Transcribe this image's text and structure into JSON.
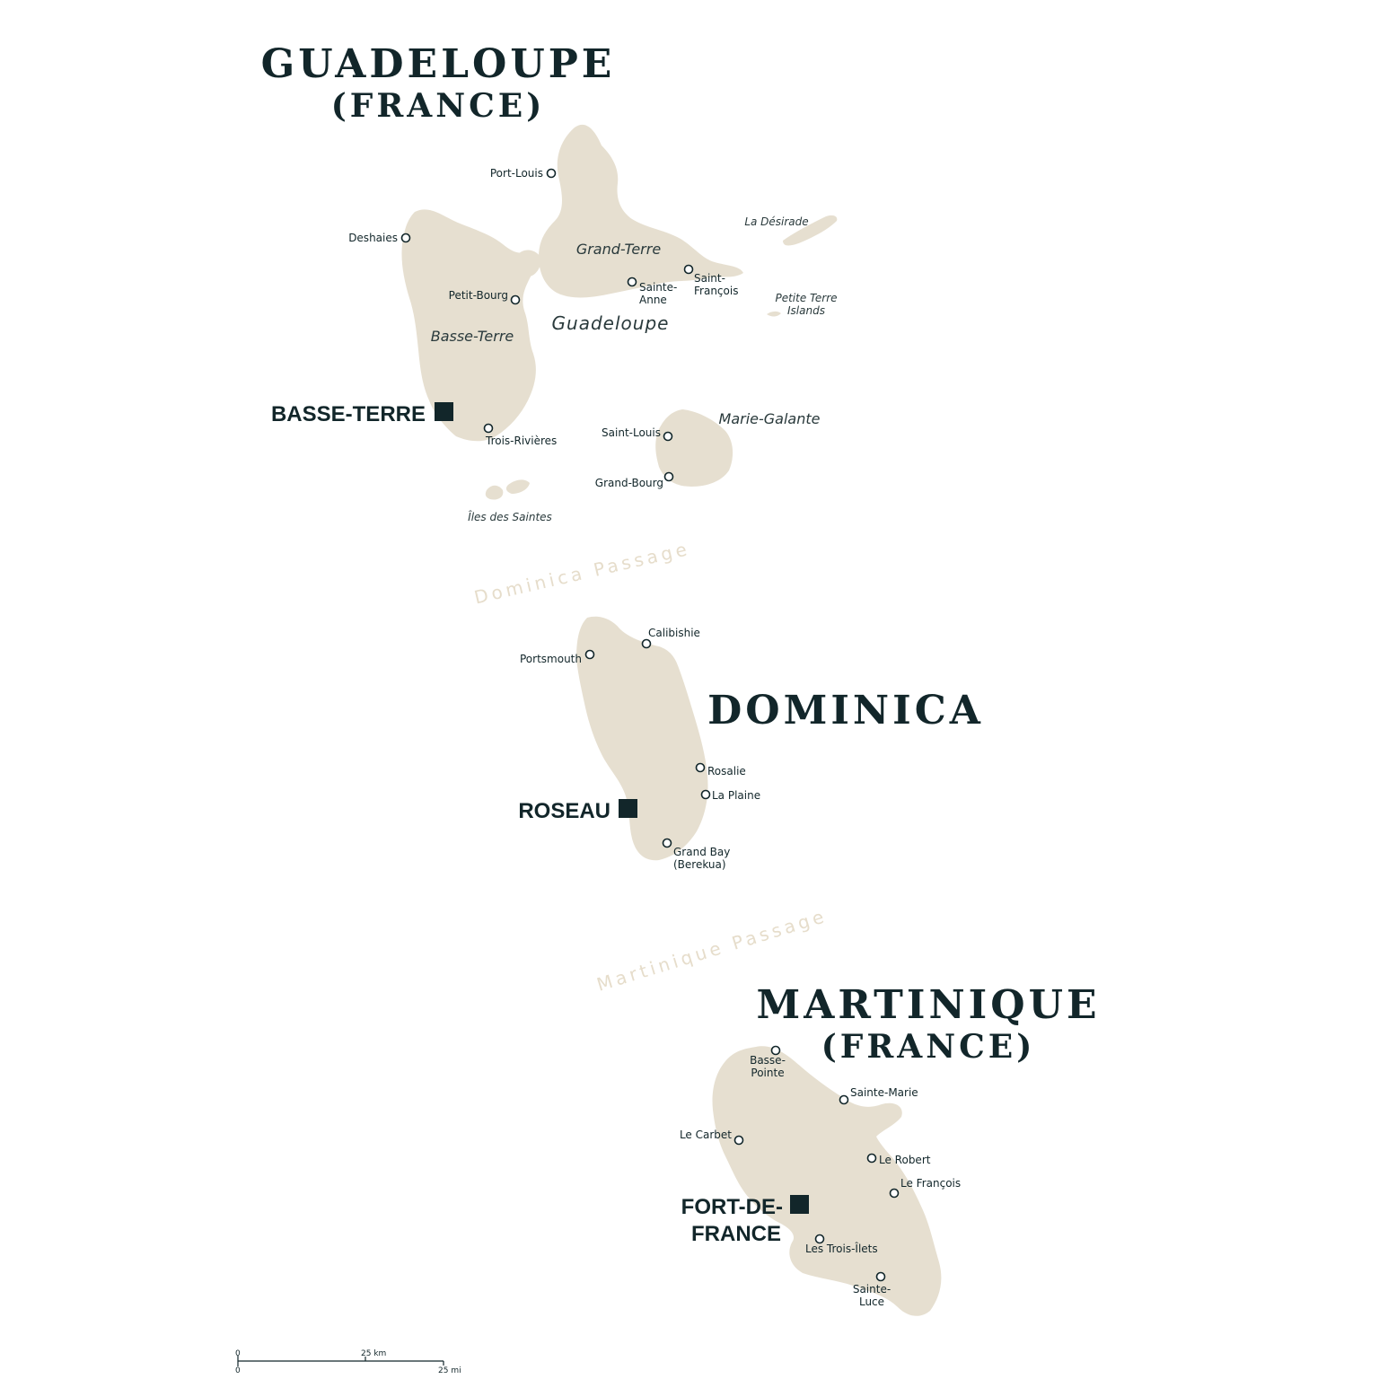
{
  "countries": {
    "guadeloupe": {
      "name": "GUADELOUPE",
      "sub": "(FRANCE)"
    },
    "dominica": {
      "name": "DOMINICA"
    },
    "martinique": {
      "name": "MARTINIQUE",
      "sub": "(FRANCE)"
    }
  },
  "capitals": {
    "basse_terre": "BASSE-TERRE",
    "roseau": "ROSEAU",
    "fort_de_france_1": "FORT-DE-",
    "fort_de_france_2": "FRANCE"
  },
  "regions": {
    "grand_terre": "Grand-Terre",
    "basse_terre": "Basse-Terre",
    "guadeloupe": "Guadeloupe",
    "la_desirade": "La Désirade",
    "petite_terre_1": "Petite Terre",
    "petite_terre_2": "Islands",
    "marie_galante": "Marie-Galante",
    "iles_des_saintes": "Îles des Saintes"
  },
  "towns": {
    "port_louis": "Port-Louis",
    "deshaies": "Deshaies",
    "petit_bourg": "Petit-Bourg",
    "sainte_anne_1": "Sainte-",
    "sainte_anne_2": "Anne",
    "saint_francois_1": "Saint-",
    "saint_francois_2": "François",
    "trois_rivieres": "Trois-Rivières",
    "saint_louis": "Saint-Louis",
    "grand_bourg": "Grand-Bourg",
    "calibishie": "Calibishie",
    "portsmouth": "Portsmouth",
    "rosalie": "Rosalie",
    "la_plaine": "La Plaine",
    "grand_bay_1": "Grand Bay",
    "grand_bay_2": "(Berekua)",
    "basse_pointe_1": "Basse-",
    "basse_pointe_2": "Pointe",
    "sainte_marie": "Sainte-Marie",
    "le_carbet": "Le Carbet",
    "le_robert": "Le Robert",
    "le_francois": "Le François",
    "les_trois_ilets": "Les Trois-Îlets",
    "sainte_luce_1": "Sainte-",
    "sainte_luce_2": "Luce"
  },
  "seas": {
    "dominica_passage": "Dominica Passage",
    "martinique_passage": "Martinique Passage"
  },
  "scale": {
    "km_zero": "0",
    "km_label": "25 km",
    "mi_zero": "0",
    "mi_label": "25 mi"
  },
  "colors": {
    "land": "#e6dfd0",
    "text": "#12262a",
    "sea_label": "#e6ddcb",
    "background": "#ffffff"
  }
}
